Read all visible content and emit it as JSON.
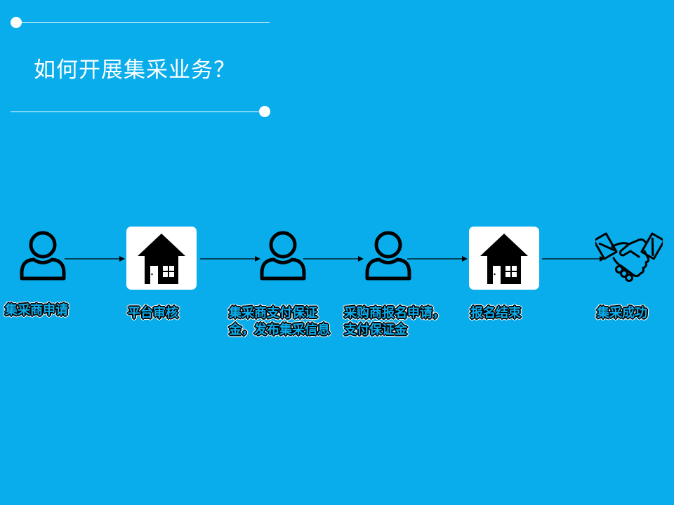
{
  "title": "如何开展集采业务？",
  "colors": {
    "background": "#0AADEB",
    "accent": "#ffffff",
    "icon": "#000000"
  },
  "steps": [
    {
      "label": "集采商申请",
      "icon": "user-icon"
    },
    {
      "label": "平台审核",
      "icon": "house-icon"
    },
    {
      "label": "集采商支付保证金，发布集采信息",
      "icon": "user-icon"
    },
    {
      "label": "采购商报名申请，支付保证金",
      "icon": "user-icon"
    },
    {
      "label": "报名结束",
      "icon": "house-icon"
    },
    {
      "label": "集采成功",
      "icon": "handshake-icon"
    }
  ]
}
